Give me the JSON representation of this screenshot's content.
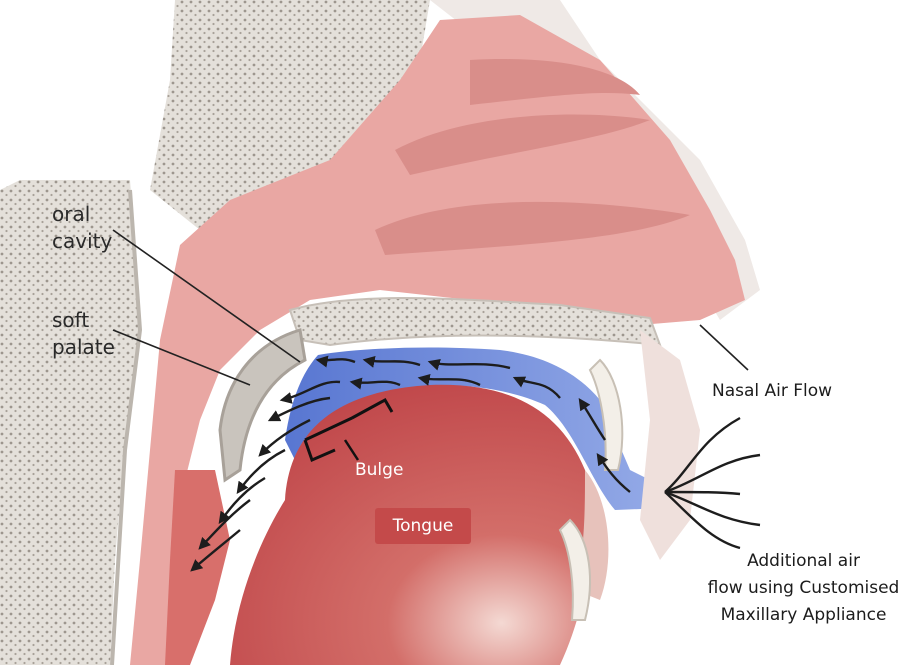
{
  "labels": {
    "oral_cavity": [
      "oral",
      "cavity"
    ],
    "soft_palate": [
      "soft",
      "palate"
    ],
    "bulge": "Bulge",
    "tongue": "Tongue",
    "nasal_air_flow": "Nasal Air Flow",
    "additional_air_flow": [
      "Additional air",
      "flow using Customised",
      "Maxillary Appliance"
    ]
  },
  "colors": {
    "nasal_tissue": "#e9a7a3",
    "tissue_dark": "#c9605f",
    "tongue": "#c9504f",
    "bone": "#dad6d0",
    "skin_edge": "#f1c9bd",
    "airflow_blue": "#5b7fd6",
    "arrow": "#222222"
  }
}
